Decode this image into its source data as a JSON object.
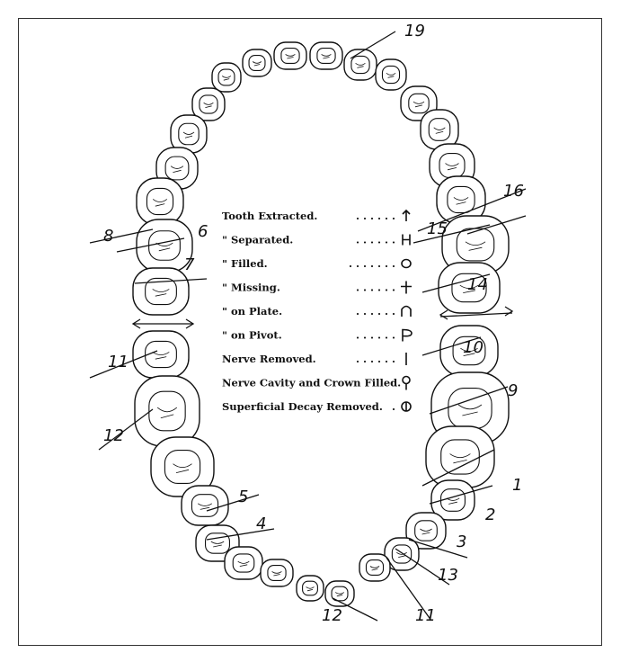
{
  "legend": {
    "items": [
      {
        "label": "Tooth Extracted.",
        "dots": ". . . . . .",
        "symbol": "extracted"
      },
      {
        "label": "\"  Separated.",
        "dots": ". . . . . .",
        "symbol": "separated"
      },
      {
        "label": "\"  Filled.",
        "dots": ". . . . . . .",
        "symbol": "filled"
      },
      {
        "label": "\"  Missing.",
        "dots": ". . . . . .",
        "symbol": "missing"
      },
      {
        "label": "\"  on Plate.",
        "dots": ". . . . . .",
        "symbol": "plate"
      },
      {
        "label": "\"  on Pivot.",
        "dots": ". . . . . .",
        "symbol": "pivot"
      },
      {
        "label": "Nerve Removed.",
        "dots": ". . . . . .",
        "symbol": "nerve"
      },
      {
        "label": "Nerve Cavity and Crown Filled.",
        "dots": "",
        "symbol": "crown"
      },
      {
        "label": "Superficial Decay Removed.",
        "dots": ".",
        "symbol": "decay"
      }
    ]
  },
  "annotations": [
    "19",
    "16",
    "15",
    "14",
    "10",
    "9",
    "1",
    "2",
    "3",
    "13",
    "12",
    "11",
    "4",
    "5",
    "6",
    "7",
    "8",
    "11",
    "12"
  ],
  "colors": {
    "ink": "#111111",
    "paper": "#ffffff"
  }
}
